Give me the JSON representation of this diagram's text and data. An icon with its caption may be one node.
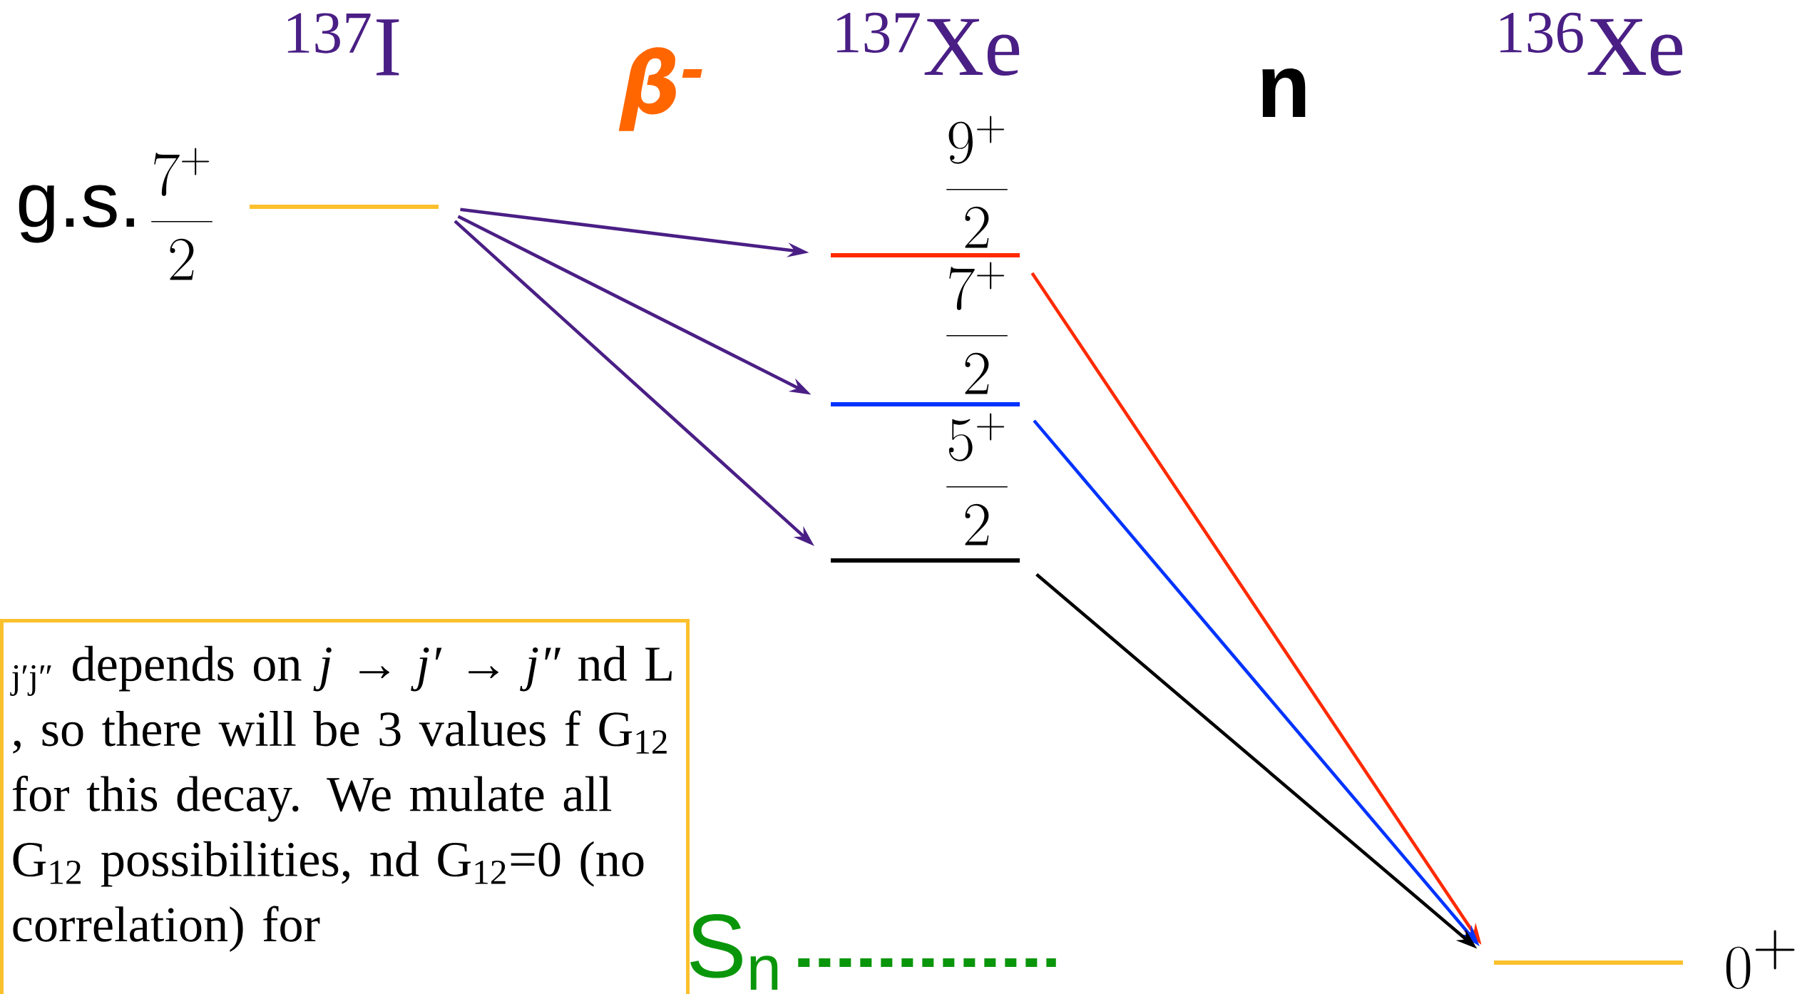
{
  "diagram": {
    "nodes": [
      {
        "text": [],
        "shape": "bar",
        "beside": [
          "g.s.",
          "\\frac{7^{+}}{2}"
        ]
      },
      {
        "text": [],
        "shape": "bar",
        "beside": [
          "\\frac{9^{+}}{2}"
        ]
      },
      {
        "text": [],
        "shape": "bar",
        "beside": [
          "\\frac{7^{+}}{2}"
        ]
      },
      {
        "text": [],
        "shape": "bar",
        "beside": [
          "\\frac{5^{+}}{2}"
        ]
      },
      {
        "text": [],
        "shape": "bar",
        "beside": [
          "0^{+}"
        ]
      },
      {
        "text": [],
        "shape": "bar",
        "beside": [
          "S$_{n}$"
        ]
      },
      {
        "text": [
          "$_{j′j″}$ depends on *j* → *j′* → *j″* nd L , so there will be 3 values f G$_{12}$ for this decay. We mulate all G$_{12}$ possibilities, nd G$_{12}$=0 (no correlation) for"
        ]
      }
    ],
    "edges": [
      {
        "from": 0,
        "to": 1,
        "arrow": "to",
        "color": "#4a1f85"
      },
      {
        "from": 0,
        "to": 2,
        "arrow": "to",
        "color": "#4a1f85"
      },
      {
        "from": 0,
        "to": 3,
        "arrow": "to",
        "color": "#4a1f85"
      },
      {
        "from": 1,
        "to": 4,
        "arrow": "to",
        "color": "#ff2a00"
      },
      {
        "from": 2,
        "to": 4,
        "arrow": "to",
        "color": "#0033ff"
      },
      {
        "from": 3,
        "to": 4,
        "arrow": "to",
        "color": "#000000"
      }
    ],
    "labels": [
      "$^{137}$I",
      "$^{137}$Xe",
      "$^{136}$Xe",
      "β$^{-}$",
      "n"
    ]
  }
}
